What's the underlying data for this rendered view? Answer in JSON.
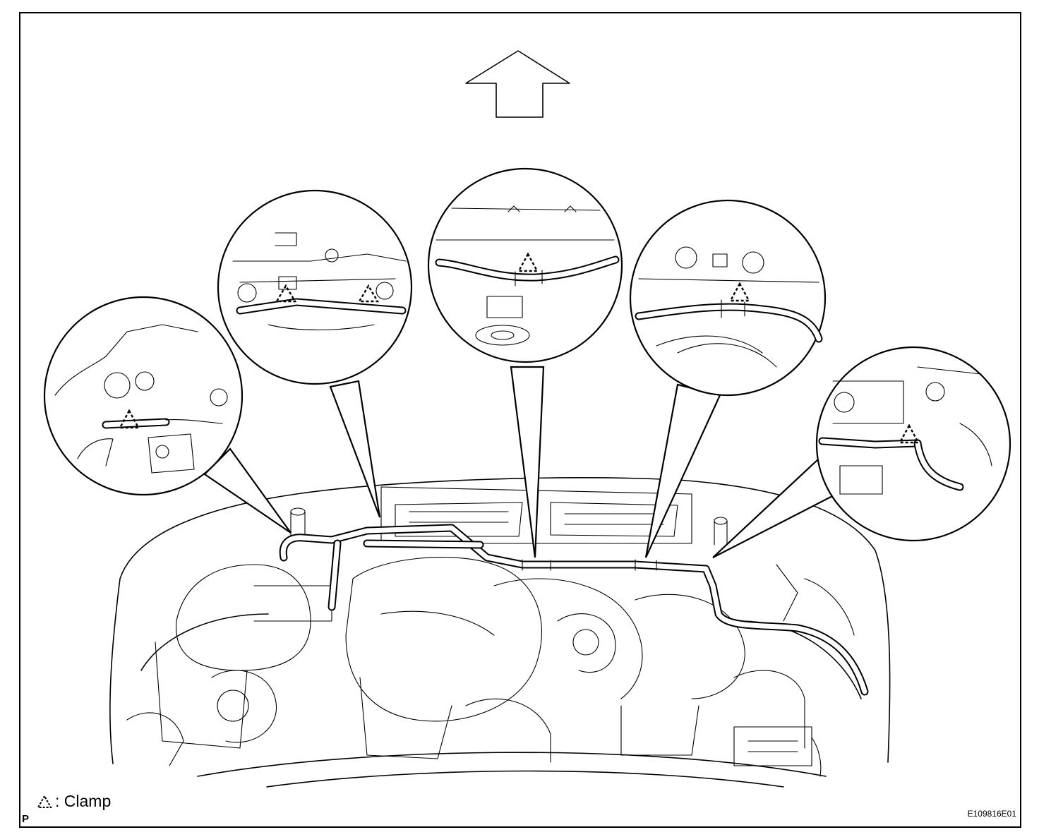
{
  "legend": {
    "symbol_icon": "dashed-triangle-clamp-icon",
    "text": ": Clamp"
  },
  "page_mark": "P",
  "figure_id": "E109816E01",
  "callouts": [
    {
      "name": "callout-left",
      "clamps": 1
    },
    {
      "name": "callout-left-center",
      "clamps": 2
    },
    {
      "name": "callout-center",
      "clamps": 1
    },
    {
      "name": "callout-right-center",
      "clamps": 1
    },
    {
      "name": "callout-right",
      "clamps": 1
    }
  ]
}
